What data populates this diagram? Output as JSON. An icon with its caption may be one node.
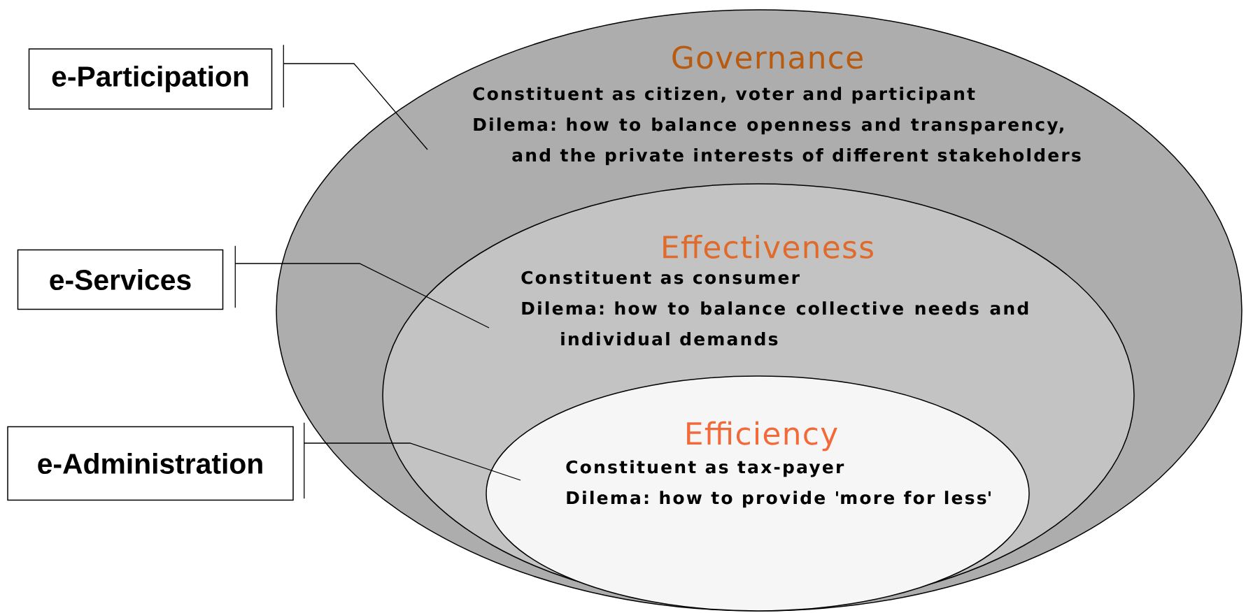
{
  "diagram": {
    "nodes": [
      {
        "text": [
          "Governance",
          "Constituent as citizen, voter and participant",
          "Dilema: how to balance openness and transparency, and the private interests of different stakeholders"
        ]
      },
      {
        "text": [
          "Effectiveness",
          "Constituent as consumer",
          "Dilema: how to balance collective needs and individual demands"
        ],
        "in": 0
      },
      {
        "text": [
          "Efficiency",
          "Constituent as tax-payer",
          "Dilema: how to provide 'more for less'"
        ],
        "in": 1
      },
      {
        "text": [
          "e-Participation"
        ]
      },
      {
        "text": [
          "e-Services"
        ]
      },
      {
        "text": [
          "e-Administration"
        ]
      }
    ],
    "edges": [
      {
        "from": 3,
        "to": 0,
        "arrow": "none"
      },
      {
        "from": 4,
        "to": 1,
        "arrow": "none"
      },
      {
        "from": 5,
        "to": 2,
        "arrow": "none"
      }
    ]
  }
}
